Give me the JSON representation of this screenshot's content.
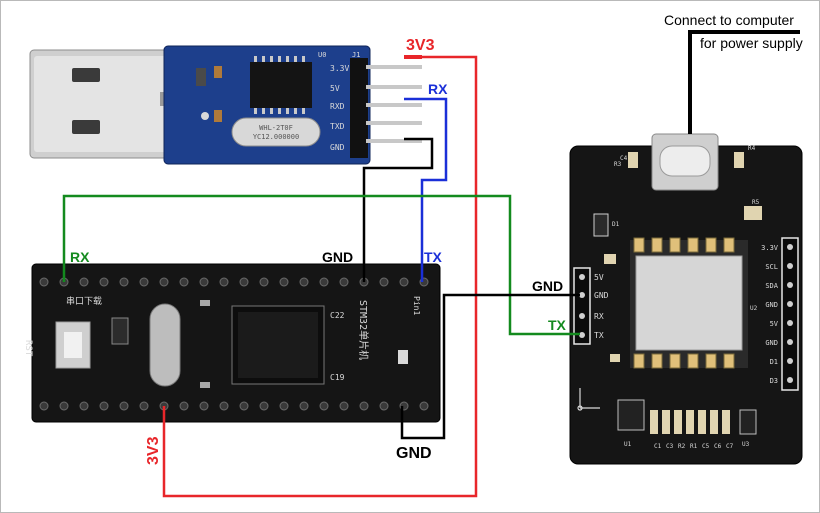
{
  "note": {
    "line1": "Connect to computer",
    "line2": "for power supply"
  },
  "wire_labels": {
    "v33_top": "3V3",
    "rx_top": "RX",
    "rx_left": "RX",
    "gnd_mid": "GND",
    "tx_mid": "TX",
    "gnd_right": "GND",
    "tx_right": "TX",
    "v33_bottom": "3V3",
    "gnd_bottom": "GND"
  },
  "usb_adapter": {
    "pins": [
      "3.3V",
      "5V",
      "RXD",
      "TXD",
      "GND"
    ],
    "chip_marks": [
      "U0",
      "J1"
    ],
    "crystal_text": "YC12.000000",
    "part_text": "WHL-2T0F"
  },
  "stm32_board": {
    "text_cn": "串口下载",
    "text_main": "STM32单片机",
    "text_rst": "RST",
    "text_pin": "Pin1",
    "text_c22": "C22",
    "text_c19": "C19"
  },
  "sensor_module": {
    "left_pins": [
      "5V",
      "GND",
      "RX",
      "TX"
    ],
    "right_pins": [
      "3.3V",
      "SCL",
      "SDA",
      "GND",
      "5V",
      "GND",
      "D1",
      "D3"
    ],
    "component_marks": [
      "C4",
      "R5",
      "R4",
      "D1",
      "R1",
      "R2",
      "R3",
      "U1",
      "U3",
      "C5",
      "C6",
      "C7",
      "C1",
      "C3",
      "U2"
    ]
  },
  "colors": {
    "red_wire": "#e8262a",
    "blue_wire": "#1a2fd8",
    "green_wire": "#138a1e",
    "black_wire": "#000000",
    "pcb_blue": "#1d3f8c",
    "pcb_black": "#151515"
  }
}
